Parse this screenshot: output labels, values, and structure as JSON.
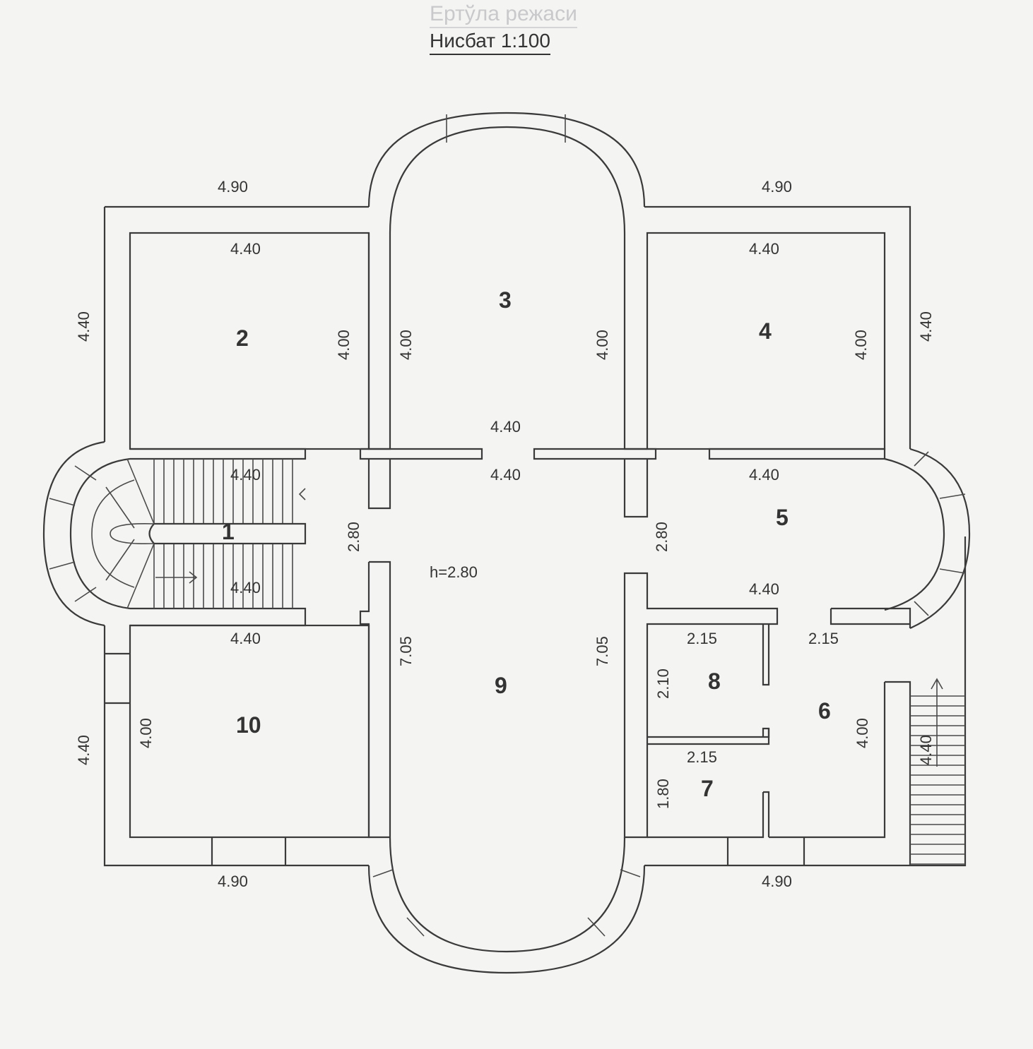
{
  "header": {
    "plan_title": "Ертўла режаси",
    "scale_label": "Нисбат 1:100"
  },
  "rooms": {
    "r1": "1",
    "r2": "2",
    "r3": "3",
    "r4": "4",
    "r5": "5",
    "r6": "6",
    "r7": "7",
    "r8": "8",
    "r9": "9",
    "r10": "10"
  },
  "height_label": "h=2.80",
  "dimensions": {
    "top_left_outer": "4.90",
    "top_right_outer": "4.90",
    "bottom_left_outer": "4.90",
    "bottom_right_outer": "4.90",
    "room2_top": "4.40",
    "room4_top": "4.40",
    "room2_left_outer": "4.40",
    "room2_right": "4.00",
    "room3_left": "4.00",
    "room3_right": "4.00",
    "room4_left": "4.00",
    "room4_right_outer": "4.40",
    "room3_bottom": "4.40",
    "hall_top": "4.40",
    "stair_top": "4.40",
    "stair_bottom": "4.40",
    "room5_top": "4.40",
    "room5_bottom": "4.40",
    "hall_left_height": "2.80",
    "hall_right_height": "2.80",
    "room10_top": "4.40",
    "room10_left_outer": "4.40",
    "room10_left_inner": "4.00",
    "room9_left": "7.05",
    "room9_right": "7.05",
    "room8_top": "2.15",
    "room8_height": "2.10",
    "room6_top": "2.15",
    "room6_right": "4.00",
    "room6_stair": "4.40",
    "room7_top": "2.15",
    "room7_height": "1.80"
  },
  "colors": {
    "line": "#3a3a3a",
    "paper": "#f4f4f2"
  }
}
